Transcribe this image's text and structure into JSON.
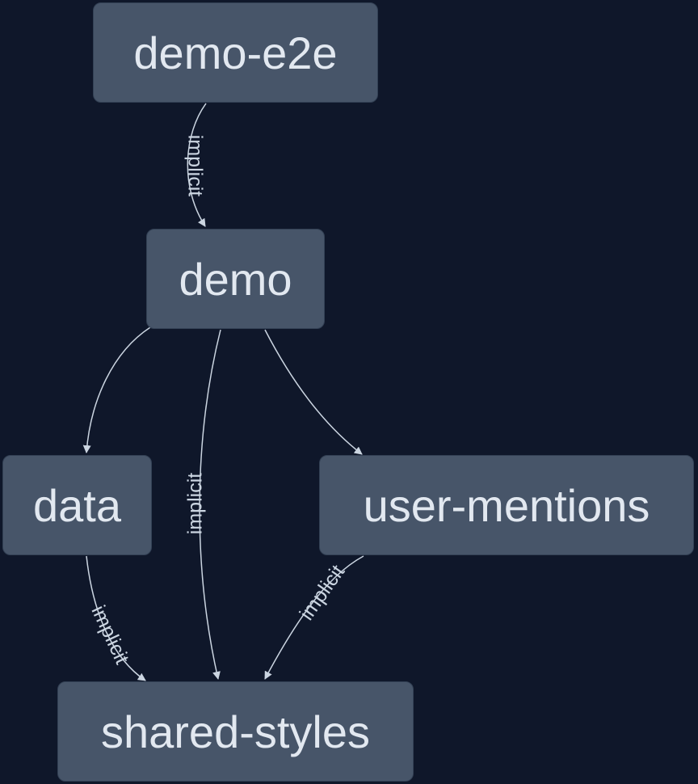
{
  "nodes": {
    "demo_e2e": "demo-e2e",
    "demo": "demo",
    "data": "data",
    "user_mentions": "user-mentions",
    "shared_styles": "shared-styles"
  },
  "edges": [
    {
      "from": "demo-e2e",
      "to": "demo",
      "label": "implicit"
    },
    {
      "from": "demo",
      "to": "data",
      "label": ""
    },
    {
      "from": "demo",
      "to": "shared-styles",
      "label": "implicit"
    },
    {
      "from": "demo",
      "to": "user-mentions",
      "label": ""
    },
    {
      "from": "data",
      "to": "shared-styles",
      "label": "implicit"
    },
    {
      "from": "user-mentions",
      "to": "shared-styles",
      "label": "implicit"
    }
  ],
  "colors": {
    "background": "#0f172a",
    "node_fill": "#475569",
    "node_border": "#334155",
    "node_text": "#e2e8f0",
    "edge": "#cbd5e1"
  }
}
